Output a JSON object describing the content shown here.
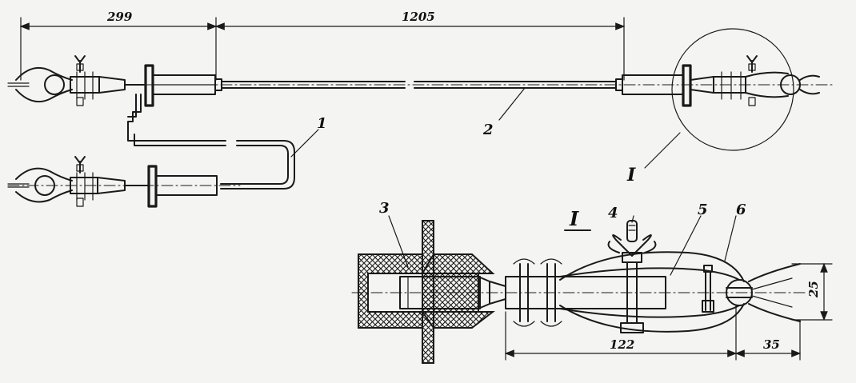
{
  "dimensions": {
    "d299": "299",
    "d1205": "1205",
    "d122": "122",
    "d35": "35",
    "d25": "25"
  },
  "callouts": {
    "n1": "1",
    "n2": "2",
    "n3": "3",
    "n4": "4",
    "n5": "5",
    "n6": "6",
    "detail_ref": "I",
    "detail_title": "I"
  }
}
